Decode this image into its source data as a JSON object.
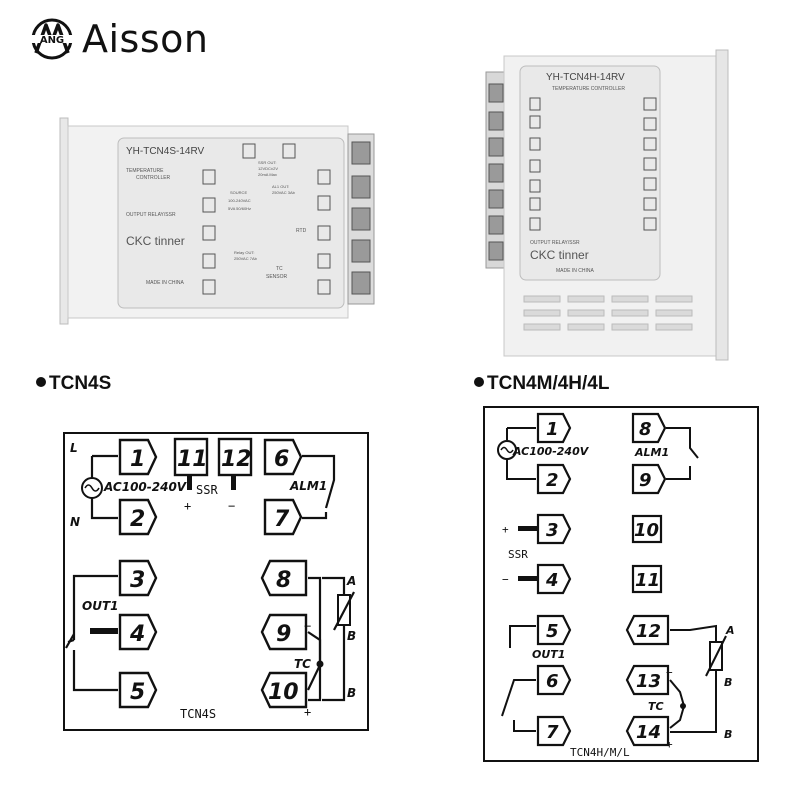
{
  "brand": {
    "name": "Aisson",
    "logo_icon": "ANG-monogram-logo"
  },
  "tcn4s_photo": {
    "model": "YH-TCN4S-14RV",
    "line1": "TEMPERATURE",
    "line2": "CONTROLLER",
    "output_label": "OUTPUT   RELAY/SSR",
    "brand_text": "CKC tinner",
    "made_in": "MADE IN CHINA",
    "ssr_out": "SSR OUT:",
    "ssr_spec": "12VDC±2V",
    "ssr_spec2": "20mA Max",
    "source": "SOURCE",
    "source_spec": "100-240VAC",
    "source_spec2": "5VA 50/60Hz",
    "al1_out": "AL1 OUT:",
    "al1_spec": "250VAC 3Ab",
    "relay_out": "Relay OUT:",
    "relay_spec": "250VAC 7Ab",
    "rtd": "RTD",
    "tc": "TC",
    "sensor": "SENSOR"
  },
  "tcn4h_photo": {
    "model": "YH-TCN4H-14RV",
    "line1": "TEMPERATURE CONTROLLER",
    "output_label": "OUTPUT   RELAY/SSR",
    "brand_text": "CKC tinner",
    "made_in": "MADE IN CHINA"
  },
  "tcn4s_diagram": {
    "title": "TCN4S",
    "footer": "TCN4S",
    "L": "L",
    "N": "N",
    "supply": "AC100-240V",
    "ssr": "SSR",
    "alm": "ALM1",
    "out": "OUT1",
    "tc": "TC",
    "A": "A",
    "B1": "B",
    "B2": "B",
    "plus": "+",
    "minus": "−",
    "plus2": "+",
    "minus2": "−"
  },
  "tcn4mhl_diagram": {
    "title": "TCN4M/4H/4L",
    "footer": "TCN4H/M/L",
    "supply": "AC100-240V",
    "alm": "ALM1",
    "ssr": "SSR",
    "out": "OUT1",
    "tc": "TC",
    "A": "A",
    "B1": "B",
    "B2": "B",
    "plus": "+",
    "minus": "−",
    "plus2": "+",
    "minus2": "−"
  },
  "terminal_numbers": [
    "1",
    "2",
    "3",
    "4",
    "5",
    "6",
    "7",
    "8",
    "9",
    "10",
    "11",
    "12",
    "13",
    "14"
  ]
}
